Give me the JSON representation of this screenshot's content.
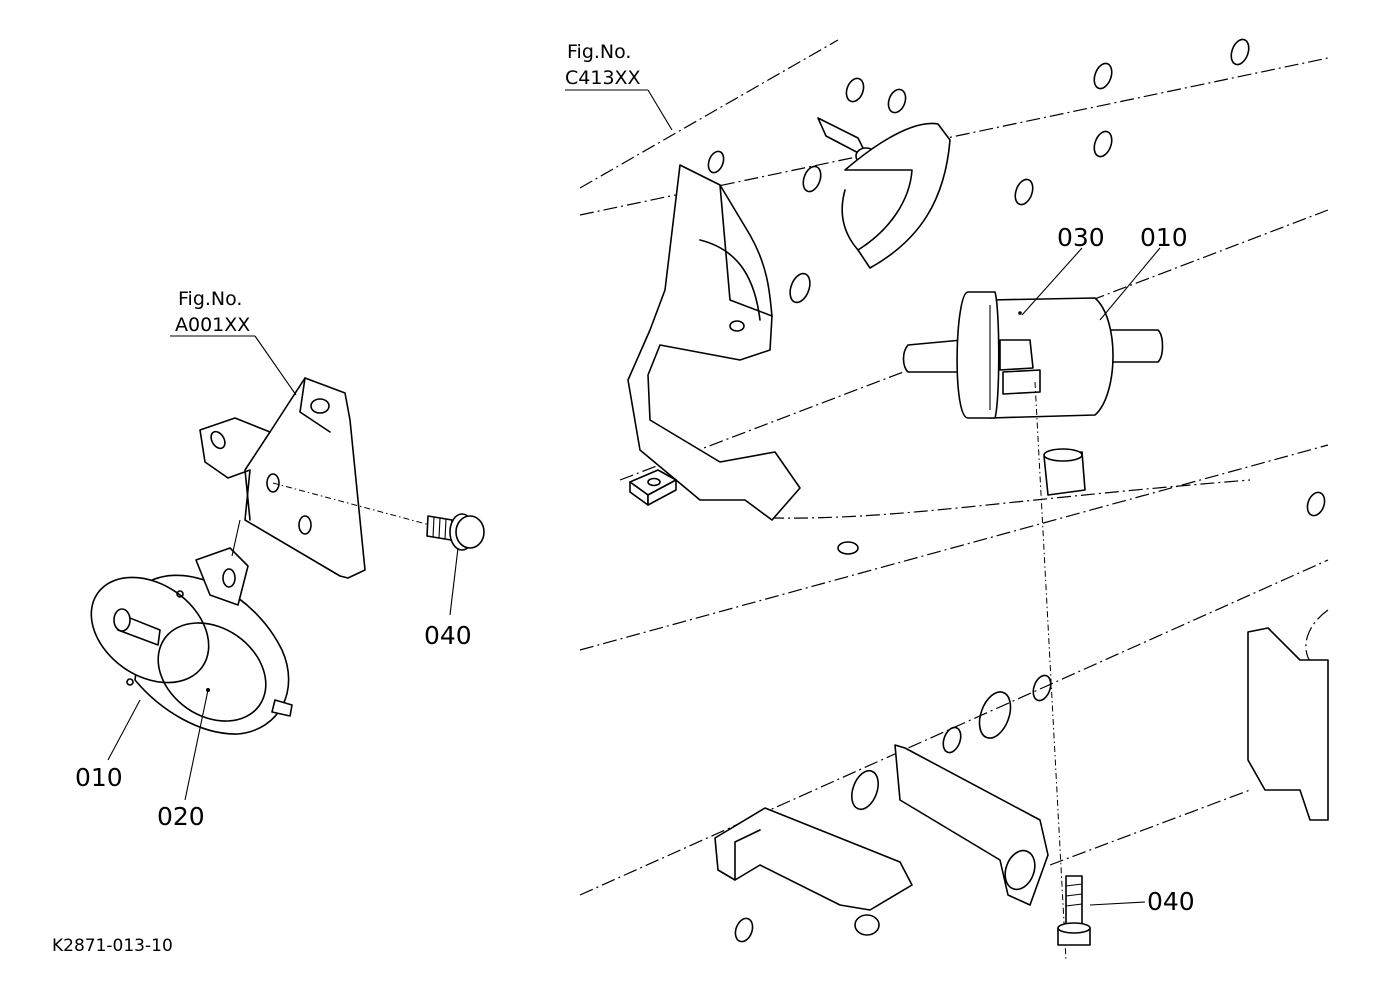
{
  "figure_refs": [
    {
      "prefix": "Fig.No.",
      "code": "A001XX"
    },
    {
      "prefix": "Fig.No.",
      "code": "C413XX"
    }
  ],
  "callouts": {
    "left_010": "010",
    "left_020": "020",
    "left_040": "040",
    "right_030": "030",
    "right_010": "010",
    "right_040": "040"
  },
  "drawing_number": "K2871-013-10"
}
